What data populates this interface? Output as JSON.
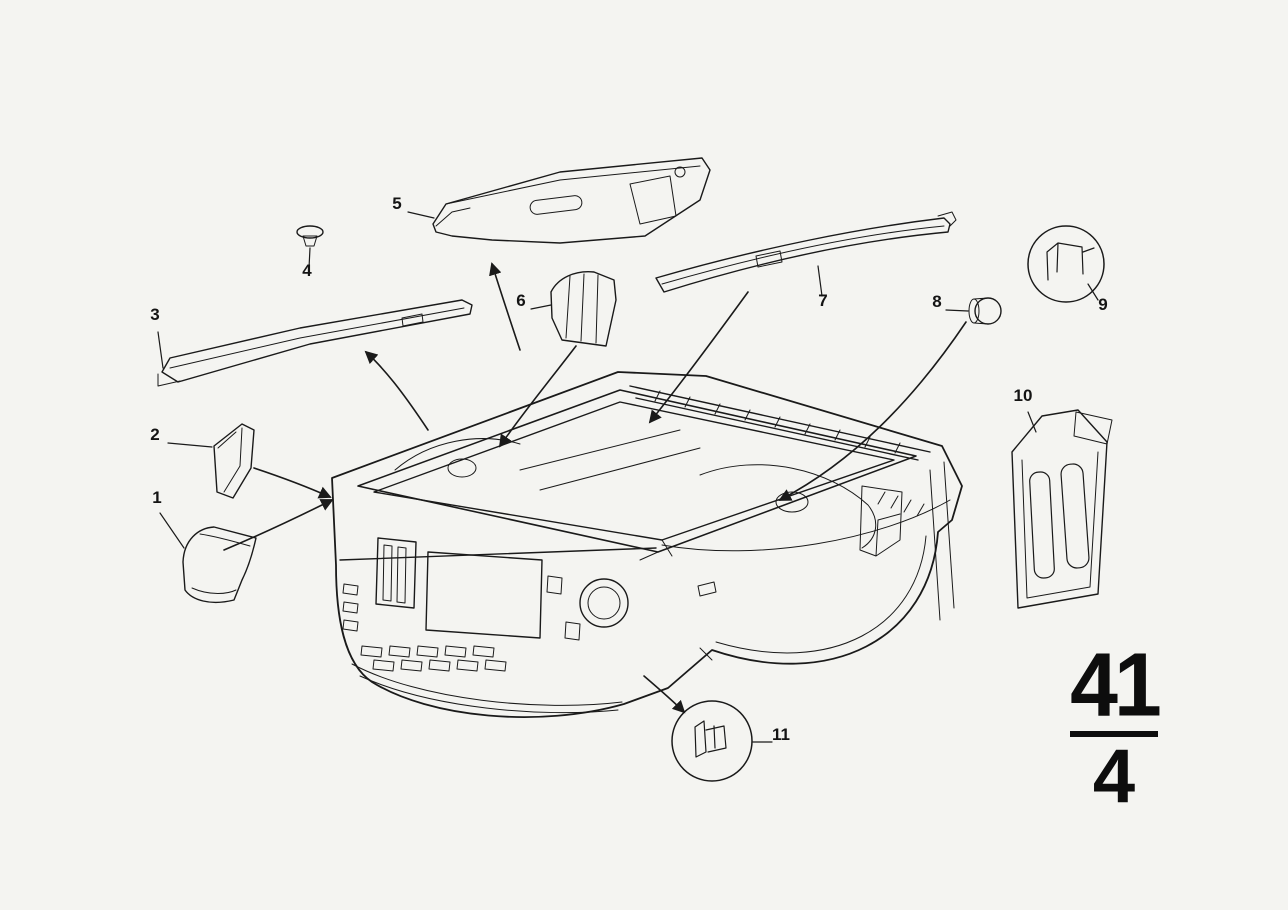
{
  "page": {
    "background": "#f4f4f1",
    "ink": "#1a1a1a"
  },
  "diagram": {
    "parts": [
      {
        "number": "1"
      },
      {
        "number": "2"
      },
      {
        "number": "3"
      },
      {
        "number": "4"
      },
      {
        "number": "5"
      },
      {
        "number": "6"
      },
      {
        "number": "7"
      },
      {
        "number": "8"
      },
      {
        "number": "9"
      },
      {
        "number": "10"
      },
      {
        "number": "11"
      }
    ],
    "page_number": {
      "numerator": "41",
      "denominator": "4"
    }
  }
}
